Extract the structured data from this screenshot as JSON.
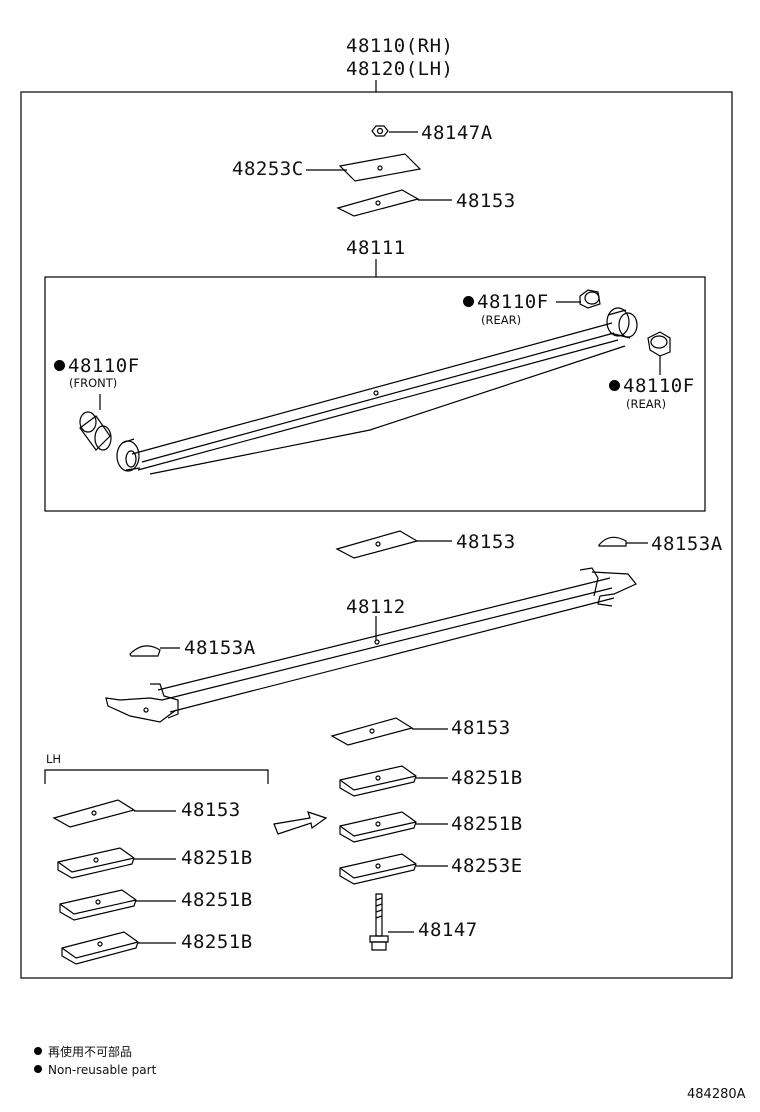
{
  "header": {
    "assembly_rh": "48110(RH)",
    "assembly_lh": "48120(LH)"
  },
  "parts": {
    "p48147A": "48147A",
    "p48253C": "48253C",
    "p48153_top": "48153",
    "p48111": "48111",
    "p48110F_rear_top": "48110F",
    "p48110F_front": "48110F",
    "p48110F_rear_right": "48110F",
    "p48153_mid": "48153",
    "p48153A_right": "48153A",
    "p48112": "48112",
    "p48153A_left": "48153A",
    "p48153_low": "48153",
    "p48251B_r1": "48251B",
    "p48251B_r2": "48251B",
    "p48253E": "48253E",
    "p48147": "48147",
    "p48153_lh": "48153",
    "p48251B_lh1": "48251B",
    "p48251B_lh2": "48251B",
    "p48251B_lh3": "48251B"
  },
  "notes": {
    "rear": "(REAR)",
    "front": "(FRONT)",
    "lh_group": "LH"
  },
  "legend": {
    "jp": "再使用不可部品",
    "en": "Non-reusable part"
  },
  "diagram_id": "484280A"
}
